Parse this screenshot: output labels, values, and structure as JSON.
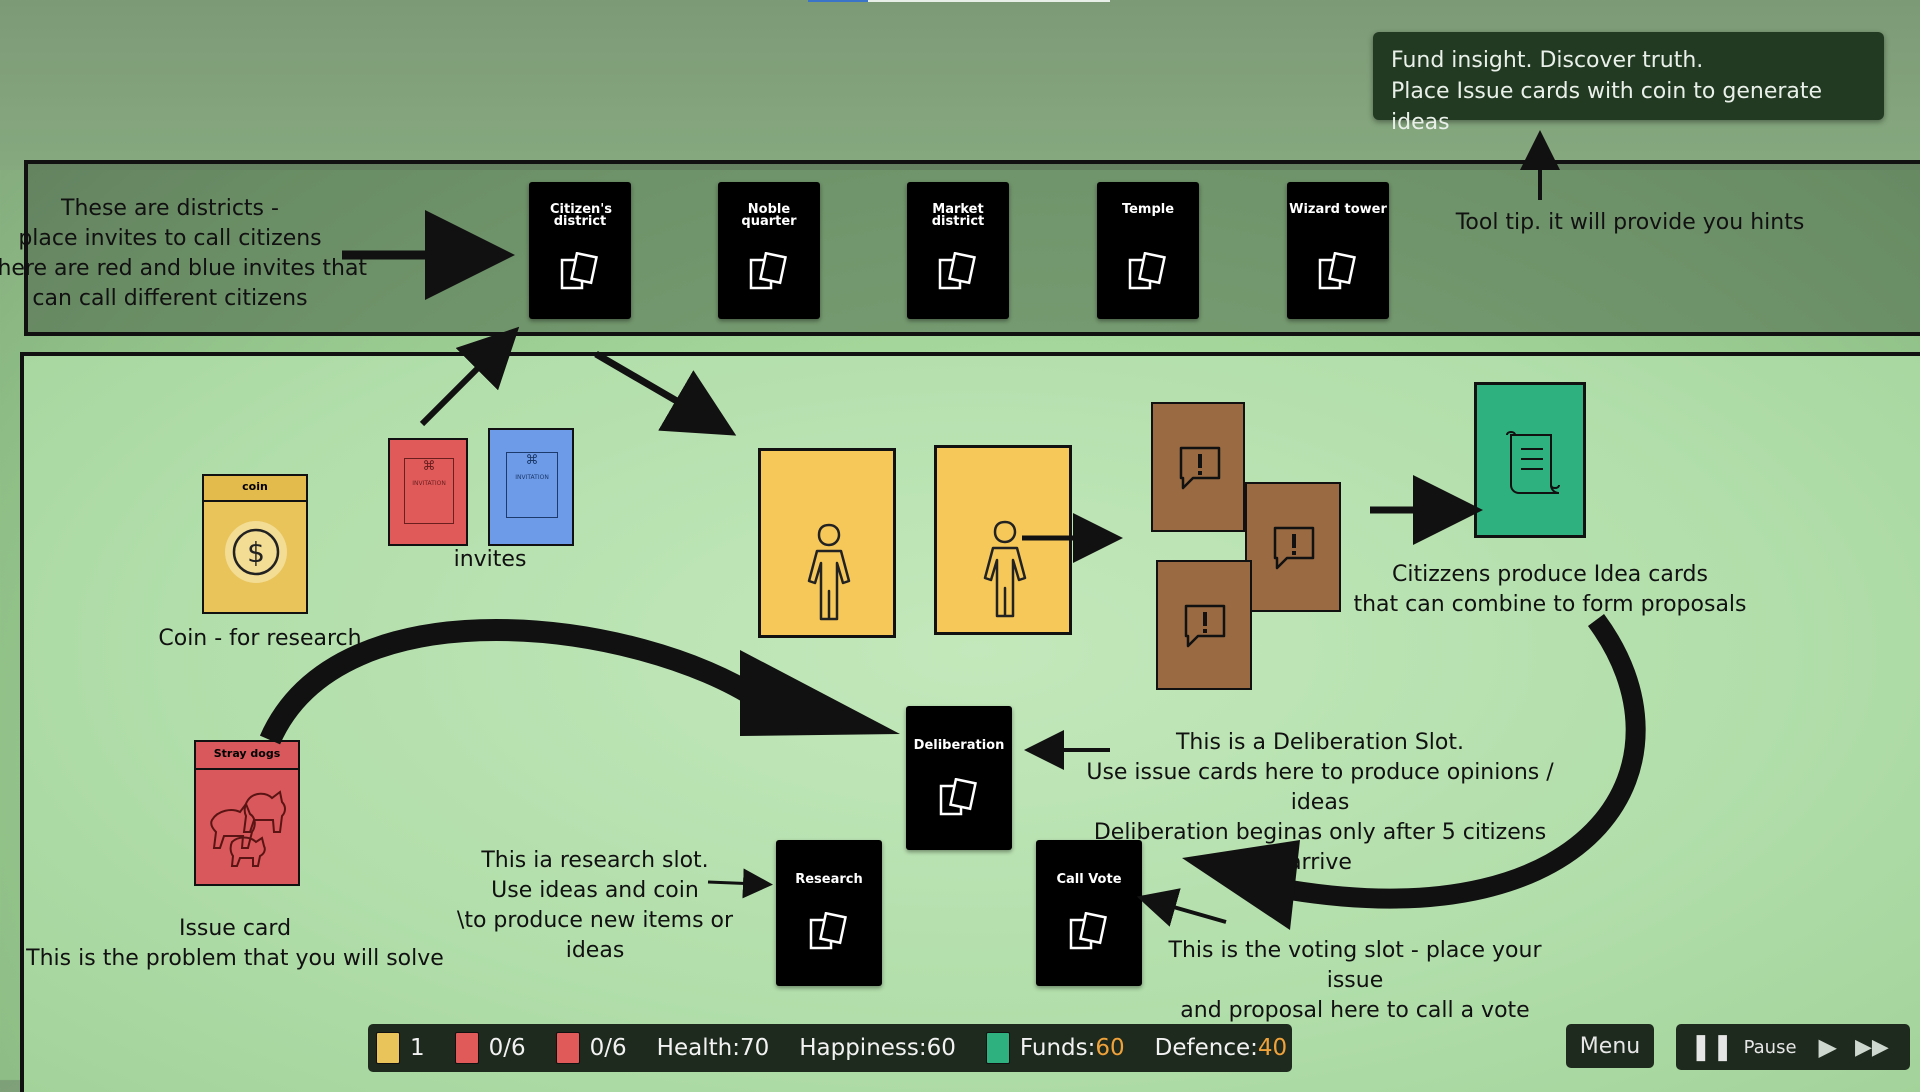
{
  "tooltip": {
    "line1": "Fund insight. Discover truth.",
    "line2": "Place Issue cards with coin to generate ideas"
  },
  "progress": {
    "fraction": 0.2
  },
  "districts": {
    "items": [
      {
        "label": "Citizen's district"
      },
      {
        "label": "Noble quarter"
      },
      {
        "label": "Market district"
      },
      {
        "label": "Temple"
      },
      {
        "label": "Wizard tower"
      }
    ],
    "note_lines": [
      "These are districts -",
      "place invites to call citizens",
      "There are red and blue invites that",
      "can call different citizens"
    ]
  },
  "tooltip_note": "Tool tip. it will provide you hints",
  "cards": {
    "coin_label": "coin",
    "coin_note": "Coin - for research",
    "invitation_label": "INVITATION",
    "invites_note": "invites",
    "issue_label": "Stray dogs",
    "issue_note_lines": [
      "Issue card",
      "This is the problem that you will solve"
    ],
    "citizens_note_lines": [
      "Citizzens produce Idea cards",
      "that can combine to form proposals"
    ]
  },
  "slots": {
    "deliberation": "Deliberation",
    "research": "Research",
    "vote": "Call Vote"
  },
  "notes": {
    "deliberation_lines": [
      "This is a Deliberation Slot.",
      "Use issue cards here to produce opinions / ideas",
      "Deliberation beginas only after 5 citizens arrive"
    ],
    "research_lines": [
      "This ia research slot.",
      "Use ideas and coin",
      "\\to produce new items or ideas"
    ],
    "vote_lines": [
      "This is the voting slot - place your issue",
      "and proposal here to call a vote"
    ]
  },
  "hud": {
    "coins": "1",
    "red_invites": "0/6",
    "blue_invites": "0/6",
    "health": "Health:70",
    "happiness": "Happiness:60",
    "funds_label": "Funds:",
    "funds_value": "60",
    "defence_label": "Defence:",
    "defence_value": "40"
  },
  "controls": {
    "menu": "Menu",
    "pause": "Pause"
  },
  "colors": {
    "citizen": "#f6c85a",
    "idea": "#9a6a42",
    "proposal": "#2fb07f",
    "red_invite": "#e05a5a",
    "blue_invite": "#6d9be8",
    "coin": "#e8c45b",
    "issue": "#d9585b"
  }
}
